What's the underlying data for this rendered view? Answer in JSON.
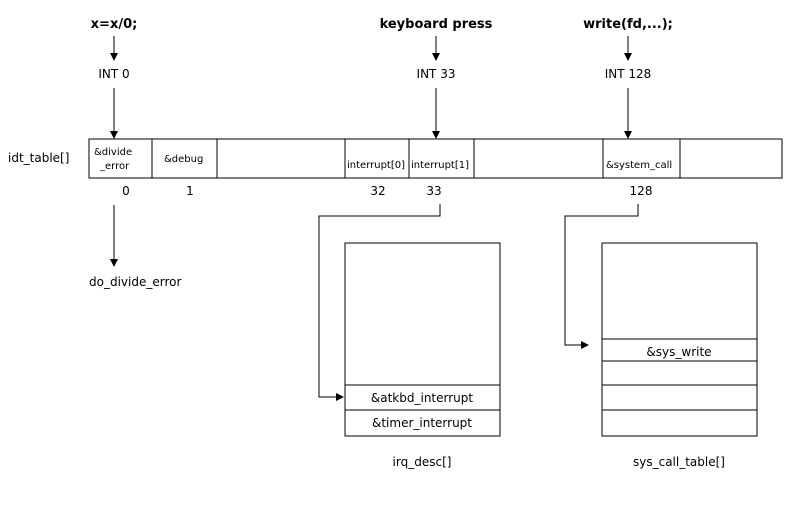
{
  "causes": [
    {
      "text": "x=x/0;",
      "interrupt": "INT 0"
    },
    {
      "text": "keyboard press",
      "interrupt": "INT 33"
    },
    {
      "text": "write(fd,...);",
      "interrupt": "INT 128"
    }
  ],
  "idt": {
    "label": "idt_table[]",
    "cells": [
      {
        "line1": "&divide",
        "line2": "_error",
        "index": "0"
      },
      {
        "line1": "&debug",
        "line2": "",
        "index": "1"
      },
      {
        "line1": "",
        "line2": "",
        "index": ""
      },
      {
        "line1": "interrupt[0]",
        "line2": "",
        "index": "32"
      },
      {
        "line1": "interrupt[1]",
        "line2": "",
        "index": "33"
      },
      {
        "line1": "",
        "line2": "",
        "index": ""
      },
      {
        "line1": "&system_call",
        "line2": "",
        "index": "128"
      },
      {
        "line1": "",
        "line2": "",
        "index": ""
      }
    ]
  },
  "handler": "do_divide_error",
  "irq_desc": {
    "label": "irq_desc[]",
    "entries": [
      "&atkbd_interrupt",
      "&timer_interrupt"
    ]
  },
  "sys_call_table": {
    "label": "sys_call_table[]",
    "entries": [
      "&sys_write",
      "",
      "",
      ""
    ]
  }
}
